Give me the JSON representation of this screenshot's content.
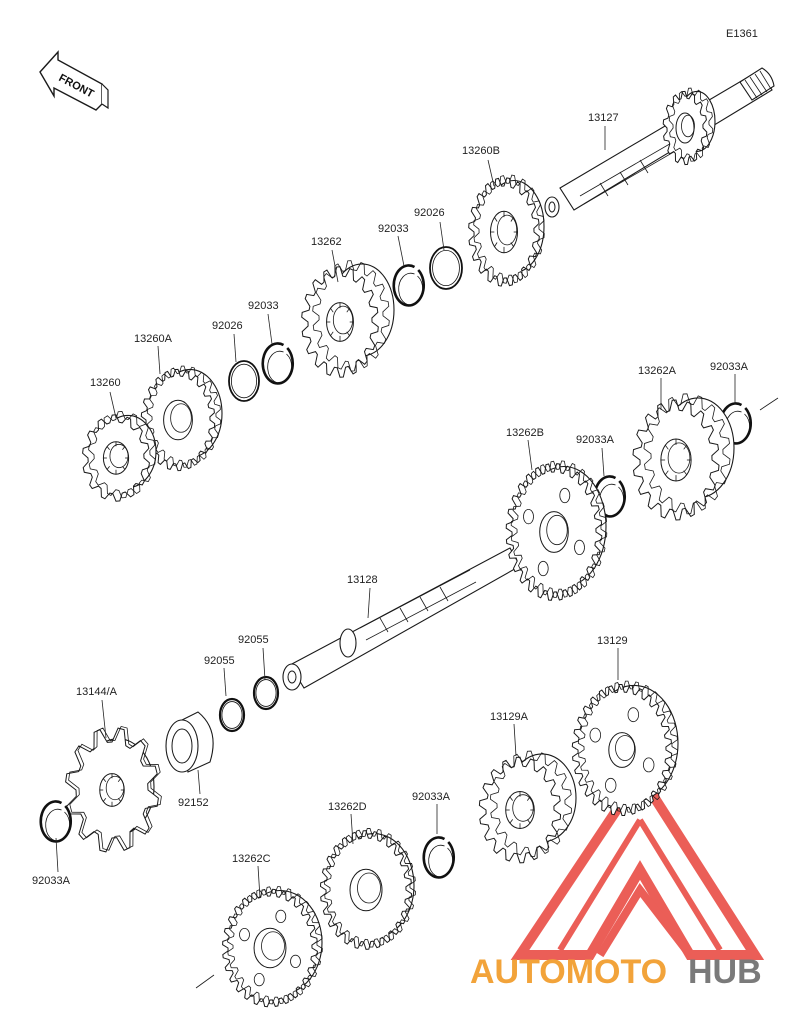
{
  "diagram": {
    "code": "E1361",
    "front_label": "FRONT",
    "watermark": {
      "text_main": "AUTOMOTO",
      "text_accent": "HUB",
      "color_main": "#f2a33a",
      "color_accent": "#7a7a7a",
      "logo_color": "#e8423a"
    }
  },
  "parts": [
    {
      "id": "p-13127",
      "label": "13127",
      "kind": "shaft-input"
    },
    {
      "id": "p-13260b",
      "label": "13260B",
      "kind": "gear"
    },
    {
      "id": "p-92026-top",
      "label": "92026",
      "kind": "ring"
    },
    {
      "id": "p-92033-top",
      "label": "92033",
      "kind": "circlip"
    },
    {
      "id": "p-13262",
      "label": "13262",
      "kind": "gear-double"
    },
    {
      "id": "p-92033-mid",
      "label": "92033",
      "kind": "circlip"
    },
    {
      "id": "p-92026-mid",
      "label": "92026",
      "kind": "ring"
    },
    {
      "id": "p-13260a",
      "label": "13260A",
      "kind": "gear"
    },
    {
      "id": "p-13260",
      "label": "13260",
      "kind": "gear"
    },
    {
      "id": "p-13262a",
      "label": "13262A",
      "kind": "gear"
    },
    {
      "id": "p-92033a-right",
      "label": "92033A",
      "kind": "circlip"
    },
    {
      "id": "p-92033a-mid",
      "label": "92033A",
      "kind": "circlip"
    },
    {
      "id": "p-13262b",
      "label": "13262B",
      "kind": "gear"
    },
    {
      "id": "p-13128",
      "label": "13128",
      "kind": "shaft-output"
    },
    {
      "id": "p-92055-a",
      "label": "92055",
      "kind": "ring"
    },
    {
      "id": "p-92055-b",
      "label": "92055",
      "kind": "ring"
    },
    {
      "id": "p-92152",
      "label": "92152",
      "kind": "collar"
    },
    {
      "id": "p-13144",
      "label": "13144/A",
      "kind": "sprocket"
    },
    {
      "id": "p-92033a-left",
      "label": "92033A",
      "kind": "circlip"
    },
    {
      "id": "p-13129",
      "label": "13129",
      "kind": "gear"
    },
    {
      "id": "p-13129a",
      "label": "13129A",
      "kind": "gear"
    },
    {
      "id": "p-92033a-low",
      "label": "92033A",
      "kind": "circlip"
    },
    {
      "id": "p-13262d",
      "label": "13262D",
      "kind": "gear"
    },
    {
      "id": "p-13262c",
      "label": "13262C",
      "kind": "gear"
    }
  ]
}
